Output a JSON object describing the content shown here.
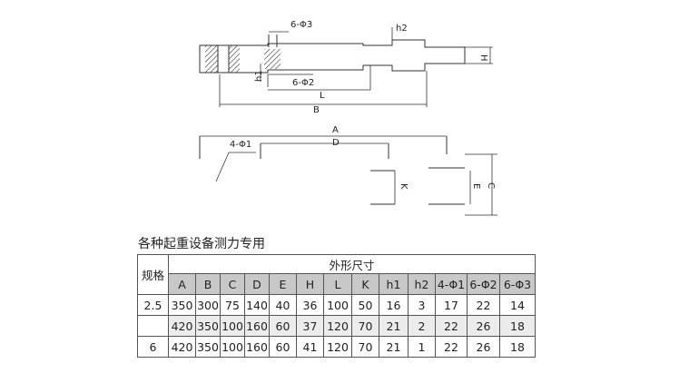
{
  "drawing": {
    "labels": {
      "six_phi3": "6-Φ3",
      "six_phi2": "6-Φ2",
      "four_phi1": "4-Φ1",
      "h1": "h1",
      "h2": "h2",
      "L": "L",
      "B": "B",
      "H": "H",
      "A": "A",
      "D": "D",
      "K": "K",
      "E": "E",
      "C": "C"
    }
  },
  "caption": "各种起重设备测力专用",
  "table": {
    "model_header": "规格",
    "group_header": "外形尺寸",
    "columns": [
      "A",
      "B",
      "C",
      "D",
      "E",
      "H",
      "L",
      "K",
      "h1",
      "h2",
      "4-Φ1",
      "6-Φ2",
      "6-Φ3"
    ],
    "rows": [
      {
        "model": "2.5",
        "values": [
          "350",
          "300",
          "75",
          "140",
          "40",
          "36",
          "100",
          "50",
          "16",
          "3",
          "17",
          "22",
          "14"
        ]
      },
      {
        "model": "",
        "values": [
          "420",
          "350",
          "100",
          "160",
          "60",
          "37",
          "120",
          "70",
          "21",
          "2",
          "22",
          "26",
          "18"
        ]
      },
      {
        "model": "6",
        "values": [
          "420",
          "350",
          "100",
          "160",
          "60",
          "41",
          "120",
          "70",
          "21",
          "1",
          "22",
          "26",
          "18"
        ]
      }
    ]
  }
}
